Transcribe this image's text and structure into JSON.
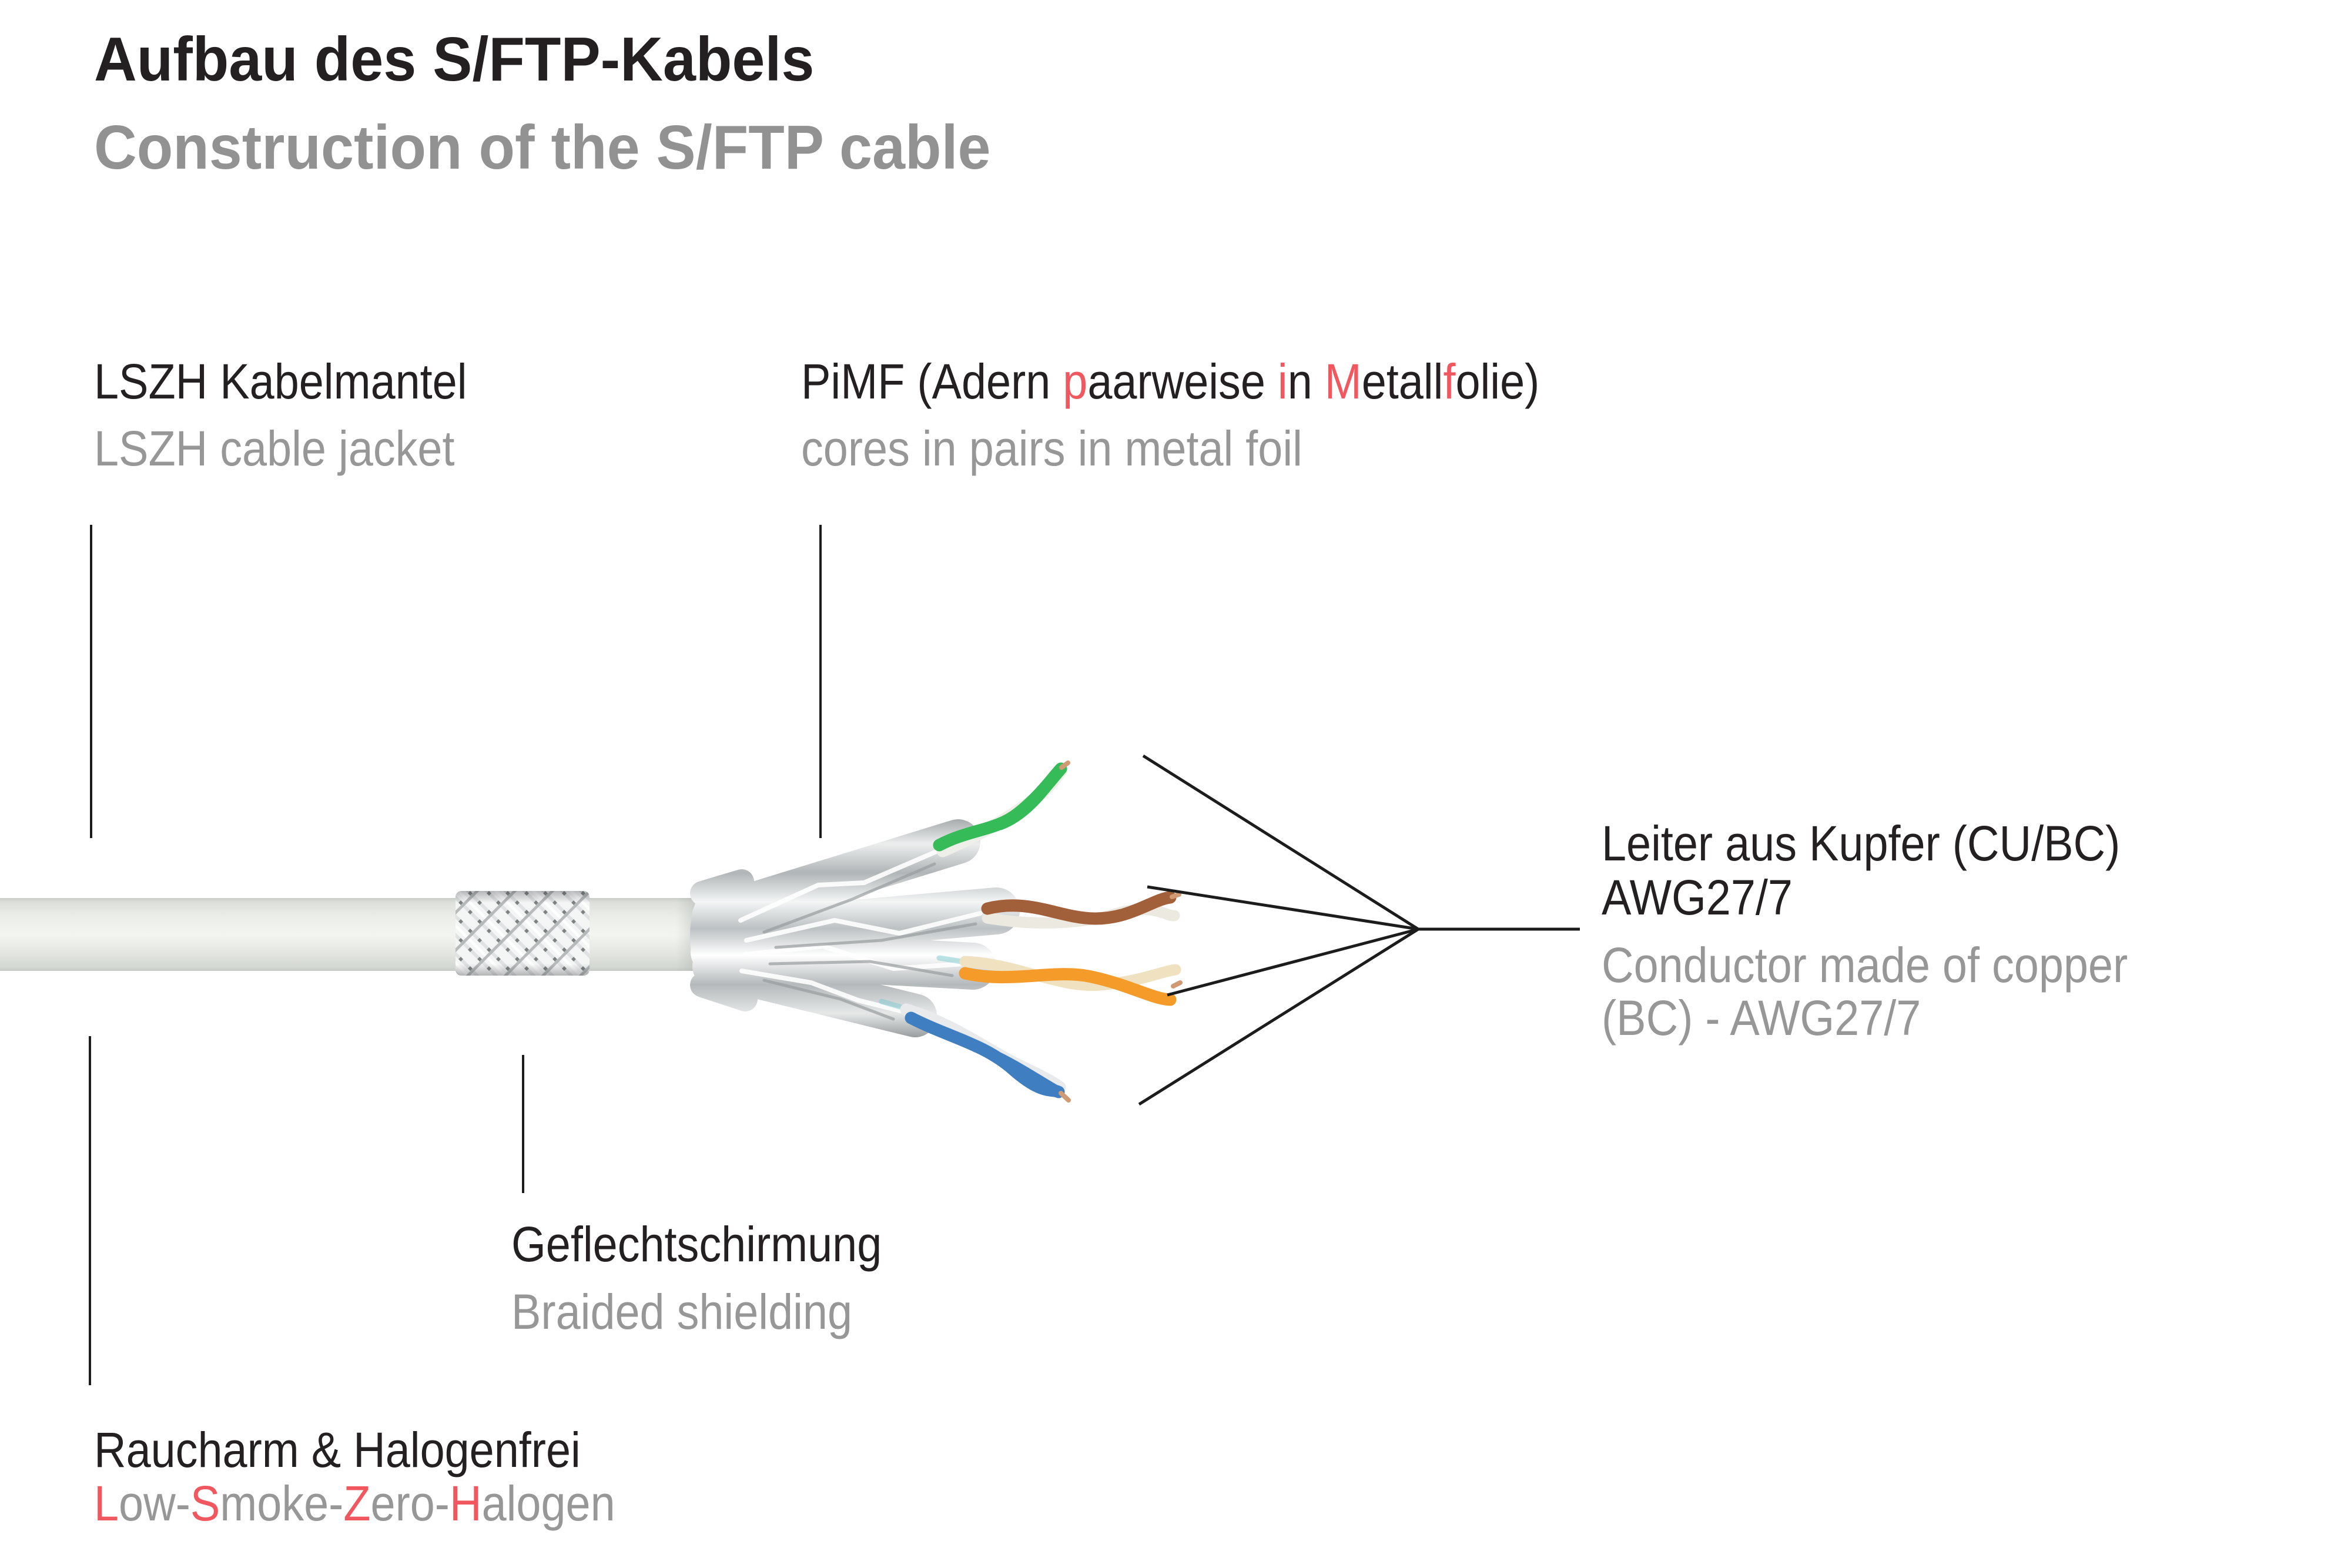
{
  "colors": {
    "background": "#ffffff",
    "text_primary": "#242021",
    "text_secondary": "#979797",
    "accent_red": "#f0575e",
    "callout_line": "#1c1c1c",
    "cable_jacket": "#eef0ec",
    "foil_silver": "#c9cdcf",
    "wire_green": "#35bb58",
    "wire_brown": "#a2603a",
    "wire_orange": "#f49b2a",
    "wire_blue": "#3f7fc1"
  },
  "title": {
    "de": "Aufbau des S/FTP-Kabels",
    "en": "Construction of the S/FTP cable"
  },
  "labels": {
    "jacket": {
      "de": "LSZH Kabelmantel",
      "en": "LSZH cable jacket"
    },
    "pimf": {
      "de_segments": [
        {
          "text": "PiMF (Adern ",
          "red": false
        },
        {
          "text": "p",
          "red": true
        },
        {
          "text": "aarweise ",
          "red": false
        },
        {
          "text": "i",
          "red": true
        },
        {
          "text": "n ",
          "red": false
        },
        {
          "text": "M",
          "red": true
        },
        {
          "text": "etall",
          "red": false
        },
        {
          "text": "f",
          "red": true
        },
        {
          "text": "olie)",
          "red": false
        }
      ],
      "en": "cores in pairs in metal foil"
    },
    "conductor": {
      "de_line1": "Leiter aus Kupfer (CU/BC)",
      "de_line2": "AWG27/7",
      "en_line1": "Conductor made of copper",
      "en_line2": "(BC) - AWG27/7"
    },
    "braid": {
      "de": "Geflechtschirmung",
      "en": "Braided shielding"
    },
    "lszh_property": {
      "de": "Raucharm & Halogenfrei",
      "en_segments": [
        {
          "text": "L",
          "red": true
        },
        {
          "text": "ow-",
          "red": false
        },
        {
          "text": "S",
          "red": true
        },
        {
          "text": "moke-",
          "red": false
        },
        {
          "text": "Z",
          "red": true
        },
        {
          "text": "ero-",
          "red": false
        },
        {
          "text": "H",
          "red": true
        },
        {
          "text": "alogen",
          "red": false
        }
      ]
    }
  }
}
